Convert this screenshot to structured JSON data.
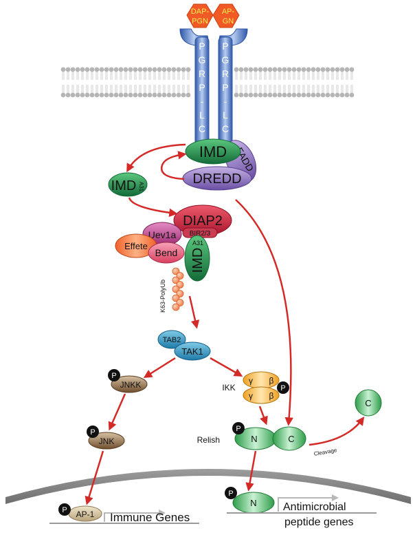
{
  "receptor": {
    "ligand_left": "DAP-\nPGN",
    "ligand_right": "AP-\nGN",
    "receptor_letters": [
      "P",
      "G",
      "R",
      "P",
      "-",
      "L",
      "C"
    ]
  },
  "nodes": {
    "imd": "IMD",
    "fadd": "FADD",
    "dredd": "DREDD",
    "imd_a31": "IMD",
    "a31_sub": "A31",
    "diap2": "DIAP2",
    "bir": "BIR2/3",
    "uev1a": "Uev1a",
    "effete": "Effete",
    "bend": "Bend",
    "imd_vertical": "IMD",
    "imd_vertical_sub": "A31",
    "k63": "K63-PolyUb",
    "tab2": "TAB2",
    "tak1": "TAK1",
    "jnkk": "JNKK",
    "jnk": "JNK",
    "ikk_label": "IKK",
    "ikk_gamma": "γ",
    "ikk_beta": "β",
    "relish_label": "Relish",
    "relish_n": "N",
    "relish_c": "C",
    "cleaved_c": "C",
    "cleavage": "Cleavage",
    "nuclear_n": "N",
    "ap1": "AP-1",
    "phospho": "P"
  },
  "genes": {
    "immune": "Immune Genes",
    "antimicrobial_line1": "Antimicrobial",
    "antimicrobial_line2": "peptide genes"
  },
  "colors": {
    "arrow": "#d42a27",
    "receptor": "#5b86d6",
    "imd_green": "#1f8a4c",
    "dredd_purple": "#8a6cbd",
    "diap2_red": "#c61f3a",
    "effete_orange": "#f06a2c",
    "relish_green": "#43c05d"
  }
}
